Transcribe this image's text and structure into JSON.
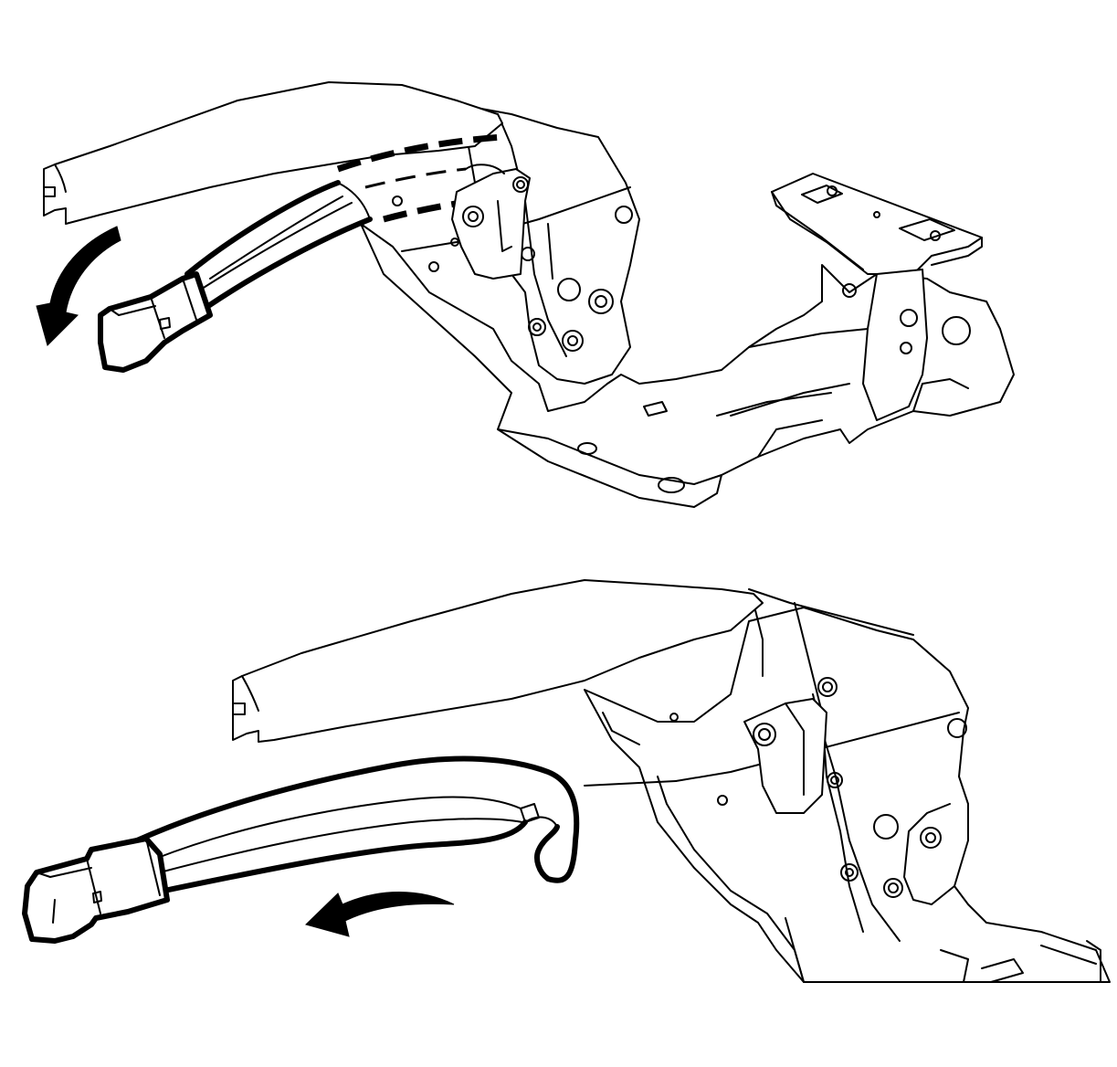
{
  "figure": {
    "panels": [
      {
        "id": "upper",
        "content": "park-brake-lever-bracket-with-lever-swinging-down"
      },
      {
        "id": "lower",
        "content": "park-brake-lever-removed-from-bracket"
      }
    ],
    "colors": {
      "line": "#000000",
      "background": "#ffffff"
    }
  }
}
